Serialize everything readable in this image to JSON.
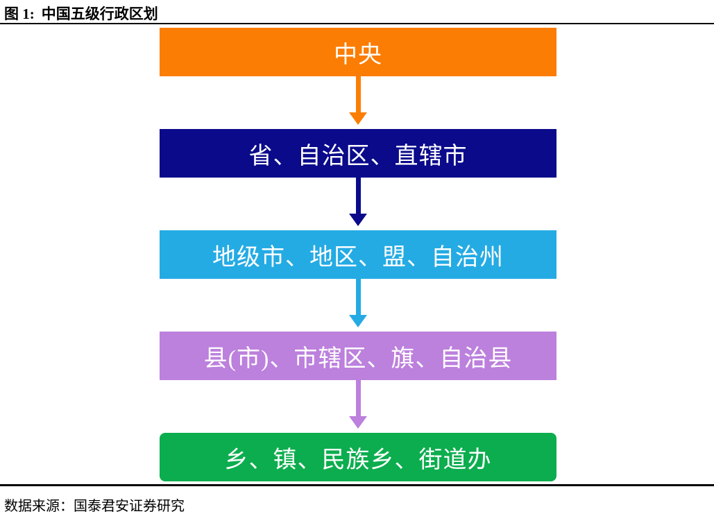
{
  "header": {
    "figure_label": "图 1:",
    "title": "中国五级行政区划"
  },
  "flowchart": {
    "levels": [
      {
        "name": "central",
        "label": "中央",
        "color": "#FB7D03"
      },
      {
        "name": "province",
        "label": "省、自治区、直辖市",
        "color": "#0A0A8B"
      },
      {
        "name": "prefecture",
        "label": "地级市、地区、盟、自治州",
        "color": "#24ABE4"
      },
      {
        "name": "county",
        "label": "县(市)、市辖区、旗、自治县",
        "color": "#BC80DD"
      },
      {
        "name": "township",
        "label": "乡、镇、民族乡、街道办",
        "color": "#0CAD4E"
      }
    ]
  },
  "footer": {
    "source": "数据来源：国泰君安证券研究"
  }
}
